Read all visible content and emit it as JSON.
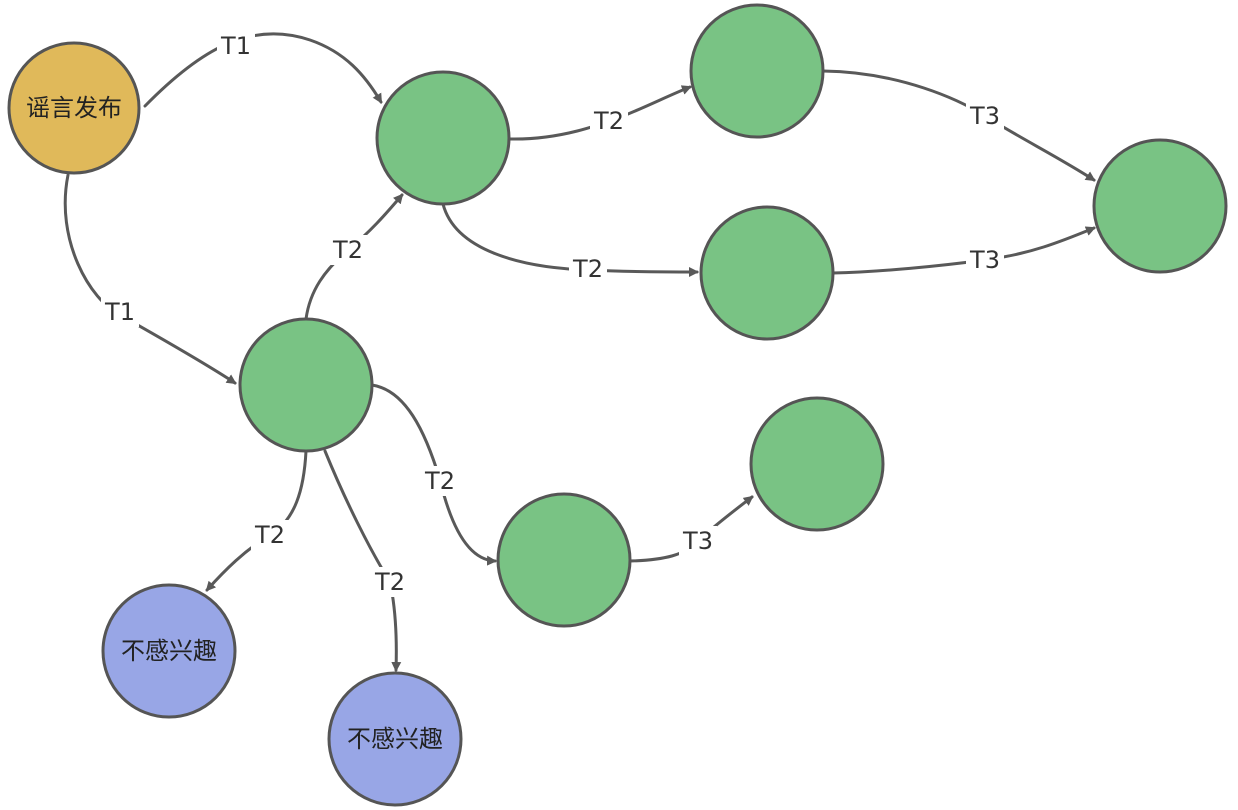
{
  "diagram": {
    "colors": {
      "source": "#E0B95A",
      "spreader": "#79C384",
      "uninterested": "#98A6E6",
      "edge": "#595959"
    },
    "nodes": [
      {
        "id": "rumor",
        "label": "谣言发布",
        "kind": "source"
      },
      {
        "id": "n1",
        "label": "",
        "kind": "spreader"
      },
      {
        "id": "n2",
        "label": "",
        "kind": "spreader"
      },
      {
        "id": "n3",
        "label": "",
        "kind": "spreader"
      },
      {
        "id": "n4",
        "label": "",
        "kind": "spreader"
      },
      {
        "id": "n5",
        "label": "",
        "kind": "spreader"
      },
      {
        "id": "n6",
        "label": "",
        "kind": "spreader"
      },
      {
        "id": "n7",
        "label": "",
        "kind": "spreader"
      },
      {
        "id": "u1",
        "label": "不感兴趣",
        "kind": "uninterested"
      },
      {
        "id": "u2",
        "label": "不感兴趣",
        "kind": "uninterested"
      }
    ],
    "edges": [
      {
        "from": "rumor",
        "to": "n1",
        "label": "T1"
      },
      {
        "from": "rumor",
        "to": "n2",
        "label": "T1"
      },
      {
        "from": "n1",
        "to": "n3",
        "label": "T2"
      },
      {
        "from": "n1",
        "to": "n4",
        "label": "T2"
      },
      {
        "from": "n2",
        "to": "n1",
        "label": "T2"
      },
      {
        "from": "n2",
        "to": "n6",
        "label": "T2"
      },
      {
        "from": "n2",
        "to": "u1",
        "label": "T2"
      },
      {
        "from": "n2",
        "to": "u2",
        "label": "T2"
      },
      {
        "from": "n3",
        "to": "n5",
        "label": "T3"
      },
      {
        "from": "n4",
        "to": "n5",
        "label": "T3"
      },
      {
        "from": "n6",
        "to": "n7",
        "label": "T3"
      }
    ]
  }
}
